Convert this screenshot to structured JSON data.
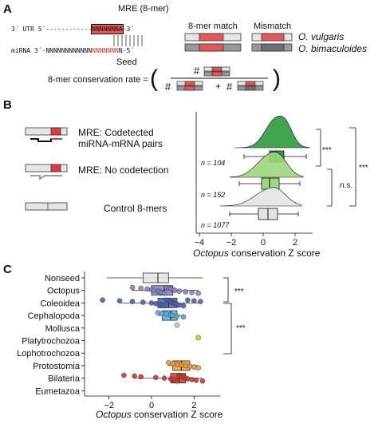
{
  "panel_a": {
    "label": "A",
    "mre_title": "MRE (8-mer)",
    "utr_prefix": "3´ UTR 5´------------",
    "mre_seq": "NNNNNNNA",
    "utr_suffix": "-3´",
    "mirna_prefix": "miRNA 3´-NNNNNNNNNNNN",
    "mirna_seed": "NNNNNNN",
    "mirna_suffix": "N-5´",
    "seed_label": "Seed",
    "match_label": "8-mer match",
    "mismatch_label": "Mismatch",
    "species_1": "O. vulgaris",
    "species_2": "O. bimaculoides",
    "rate_label": "8-mer conservation rate =",
    "hash": "#",
    "plus": "+"
  },
  "panel_b": {
    "label": "B",
    "legend_1_line1": "MRE: Codetected",
    "legend_1_line2": "miRNA-mRNA pairs",
    "legend_2": "MRE: No codetection",
    "legend_3": "Control 8-mers",
    "n_1": "n = 104",
    "n_2": "n = 152",
    "n_3": "n = 1077",
    "sig_1": "***",
    "sig_2": "n.s.",
    "sig_3": "***",
    "xlabel_italic": "Octopus",
    "xlabel_rest": " conservation Z score",
    "ticks": [
      "−4",
      "−2",
      "0",
      "2"
    ],
    "tick_values": [
      -4,
      -2,
      0,
      2
    ],
    "colors": {
      "codetected": "#2e9a3e",
      "no_codetection": "#9fd67e",
      "control": "#e4e4e4"
    }
  },
  "panel_c": {
    "label": "C",
    "categories": [
      "Nonseed",
      "Octopus",
      "Coleoidea",
      "Cephalopoda",
      "Mollusca",
      "Platytrochozoa",
      "Lophotrochozoa",
      "Protostomia",
      "Bilateria",
      "Eumetazoa"
    ],
    "sig_1": "***",
    "sig_2": "***",
    "xlabel_italic": "Octopus",
    "xlabel_rest": " conservation Z score",
    "ticks": [
      "−2",
      "0",
      "2"
    ],
    "tick_values": [
      -2,
      0,
      2
    ],
    "colors": {
      "octopus": "#8a83c6",
      "coleoidea": "#4a63b0",
      "cephalopoda": "#5aaadc",
      "mollusca": "#9ed0ea",
      "platytrochozoa": "#e0c820",
      "protostomia": "#e89a3c",
      "bilateria": "#d23a2a"
    }
  },
  "chart_data": [
    {
      "type": "ridgeline_boxplot",
      "xlabel": "Octopus conservation Z score",
      "xlim": [
        -4,
        3
      ],
      "series": [
        {
          "name": "MRE: Codetected miRNA-mRNA pairs",
          "n": 104,
          "median": 0.8,
          "q1": 0.4,
          "q3": 1.3,
          "whisker_low": -1.2,
          "whisker_high": 2.7
        },
        {
          "name": "MRE: No codetection",
          "n": 152,
          "median": 0.4,
          "q1": -0.1,
          "q3": 1.0,
          "whisker_low": -1.5,
          "whisker_high": 2.3
        },
        {
          "name": "Control 8-mers",
          "n": 1077,
          "median": 0.3,
          "q1": -0.3,
          "q3": 0.9,
          "whisker_low": -2.1,
          "whisker_high": 2.2
        }
      ]
    },
    {
      "type": "boxplot_strip",
      "xlabel": "Octopus conservation Z score",
      "xlim": [
        -3,
        3
      ],
      "categories": [
        "Nonseed",
        "Octopus",
        "Coleoidea",
        "Cephalopoda",
        "Mollusca",
        "Platytrochozoa",
        "Lophotrochozoa",
        "Protostomia",
        "Bilateria",
        "Eumetazoa"
      ],
      "boxes": [
        {
          "category": "Nonseed",
          "whisker_low": -2.1,
          "q1": -0.4,
          "median": 0.3,
          "q3": 0.8,
          "whisker_high": 2.4
        },
        {
          "category": "Octopus",
          "whisker_low": -0.9,
          "q1": 0.0,
          "median": 0.6,
          "q3": 1.0,
          "whisker_high": 2.2
        },
        {
          "category": "Coleoidea",
          "whisker_low": -1.5,
          "q1": 0.3,
          "median": 0.8,
          "q3": 1.2,
          "whisker_high": 2.3
        },
        {
          "category": "Cephalopoda",
          "whisker_low": 0.3,
          "q1": 0.5,
          "median": 0.9,
          "q3": 1.2,
          "whisker_high": 1.5
        },
        {
          "category": "Protostomia",
          "whisker_low": 0.8,
          "q1": 1.0,
          "median": 1.4,
          "q3": 1.8,
          "whisker_high": 2.2
        },
        {
          "category": "Bilateria",
          "whisker_low": -0.8,
          "q1": 0.9,
          "median": 1.3,
          "q3": 1.6,
          "whisker_high": 2.4
        }
      ],
      "points": [
        {
          "category": "Octopus",
          "values": [
            -0.9,
            -0.5,
            -0.2,
            0.0,
            0.1,
            0.3,
            0.4,
            0.5,
            0.6,
            0.7,
            0.8,
            0.9,
            1.0,
            1.1,
            1.3,
            1.6,
            1.9,
            2.2
          ]
        },
        {
          "category": "Coleoidea",
          "values": [
            -2.3,
            -1.5,
            -0.9,
            -0.4,
            0.0,
            0.2,
            0.4,
            0.5,
            0.6,
            0.7,
            0.8,
            0.9,
            1.0,
            1.0,
            1.1,
            1.2,
            1.3,
            1.5,
            1.7,
            2.0,
            2.3
          ]
        },
        {
          "category": "Cephalopoda",
          "values": [
            0.3,
            0.5,
            0.7,
            0.9,
            1.0,
            1.2,
            1.5
          ]
        },
        {
          "category": "Mollusca",
          "values": [
            1.2
          ]
        },
        {
          "category": "Platytrochozoa",
          "values": [
            2.2
          ]
        },
        {
          "category": "Protostomia",
          "values": [
            0.8,
            1.0,
            1.2,
            1.4,
            1.6,
            1.8,
            2.0,
            2.2
          ]
        },
        {
          "category": "Bilateria",
          "values": [
            -1.3,
            -0.8,
            -0.5,
            0.2,
            0.6,
            0.9,
            1.0,
            1.1,
            1.2,
            1.3,
            1.3,
            1.4,
            1.5,
            1.6,
            1.7,
            1.9,
            2.1,
            2.4
          ]
        }
      ]
    }
  ]
}
